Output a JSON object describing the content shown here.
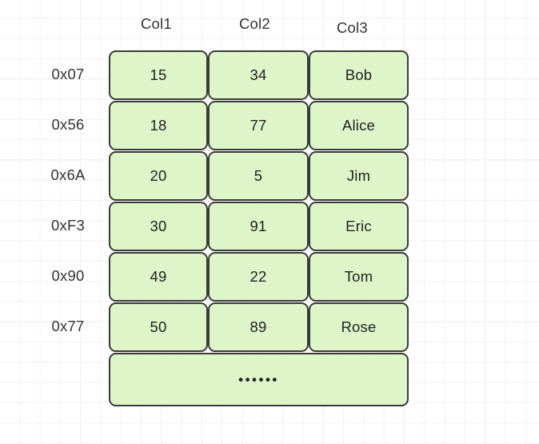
{
  "diagram": {
    "title": "table-structure-diagram",
    "background": {
      "grid_color_minor": "#f2f2f2",
      "grid_color_major": "#e8e8e8",
      "page_color": "#ffffff"
    },
    "cell_style": {
      "fill": "#ddf5c9",
      "border": "#3a3a3a",
      "text": "#222222"
    }
  },
  "table": {
    "column_headers": [
      "Col1",
      "Col2",
      "Col3"
    ],
    "row_labels": [
      "0x07",
      "0x56",
      "0x6A",
      "0xF3",
      "0x90",
      "0x77"
    ],
    "rows": [
      [
        "15",
        "34",
        "Bob"
      ],
      [
        "18",
        "77",
        "Alice"
      ],
      [
        "20",
        "5",
        "Jim"
      ],
      [
        "30",
        "91",
        "Eric"
      ],
      [
        "49",
        "22",
        "Tom"
      ],
      [
        "50",
        "89",
        "Rose"
      ]
    ],
    "ellipsis_row": "••••••"
  }
}
